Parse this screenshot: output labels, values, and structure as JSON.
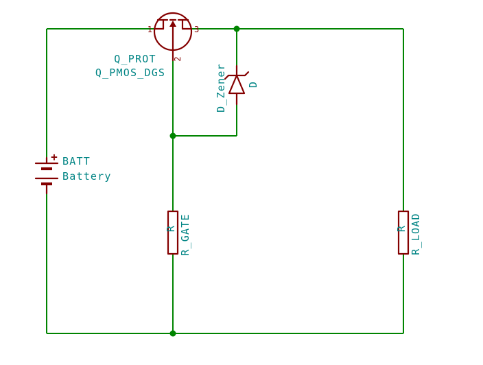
{
  "canvas": {
    "type": "circuit-schematic",
    "background": "#FFFFFF"
  },
  "colors": {
    "wire": "#008400",
    "junction": "#008400",
    "symbol": "#840000",
    "label": "#008484"
  },
  "components": {
    "mosfet": {
      "ref": "Q_PROT",
      "value": "Q_PMOS_DGS",
      "pin1": "1",
      "pin2": "2",
      "pin3": "3"
    },
    "zener": {
      "ref": "D_Zener",
      "value": "D"
    },
    "battery": {
      "ref": "BATT",
      "value": "Battery",
      "polarity": "+"
    },
    "r_gate": {
      "ref": "R_GATE",
      "value": "R"
    },
    "r_load": {
      "ref": "R_LOAD",
      "value": "R"
    }
  }
}
